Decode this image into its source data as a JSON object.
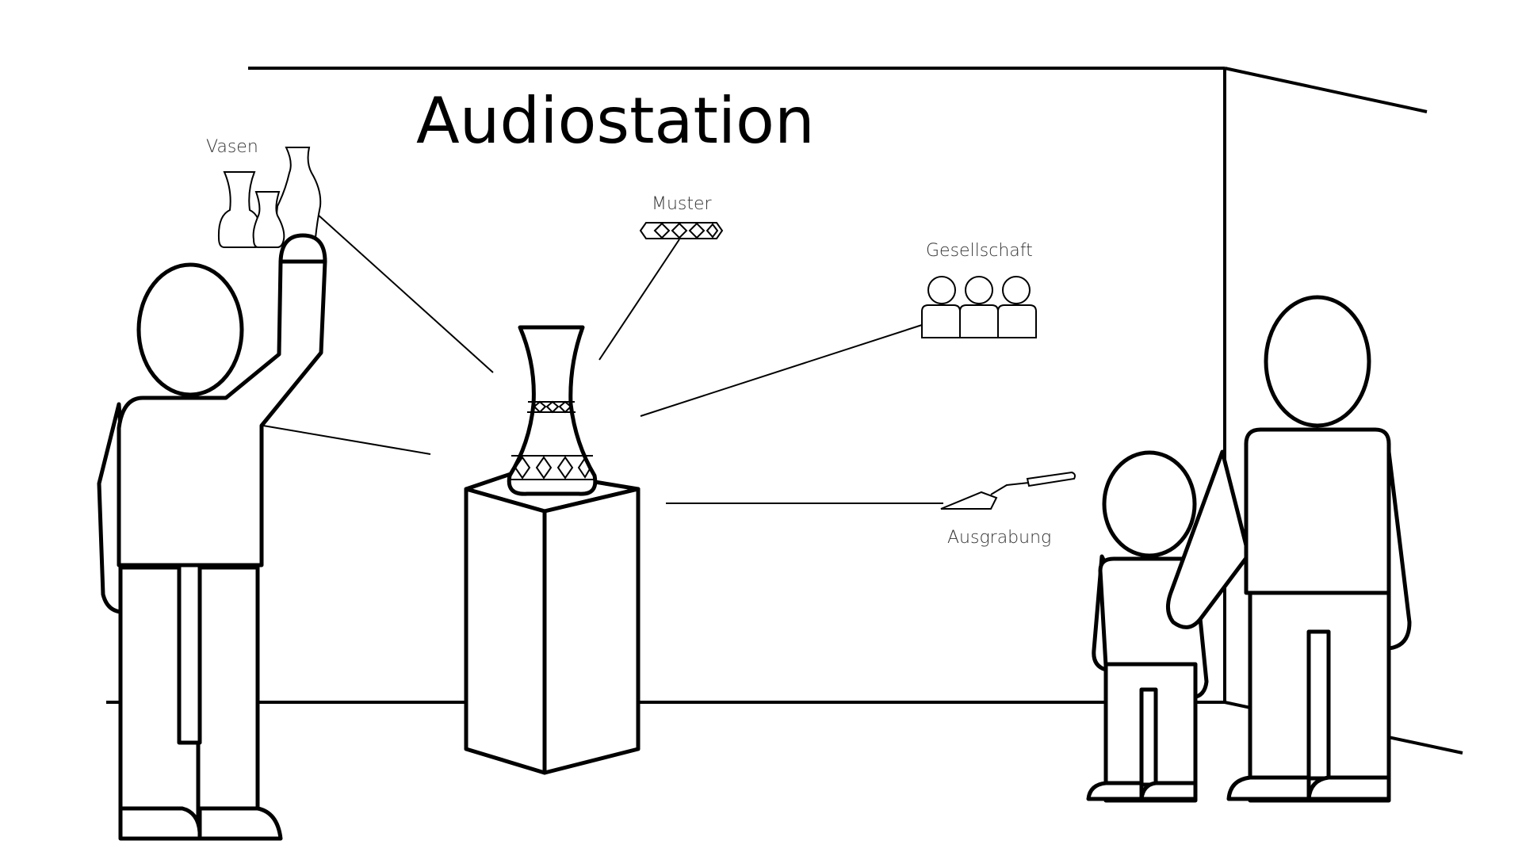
{
  "scene": {
    "title": "Audiostation",
    "labels": {
      "vasen": "Vasen",
      "muster": "Muster",
      "gesellschaft": "Gesellschaft",
      "ausgrabung": "Ausgrabung"
    },
    "colors": {
      "ink": "#000000",
      "background": "#ffffff",
      "label": "#333333"
    }
  }
}
